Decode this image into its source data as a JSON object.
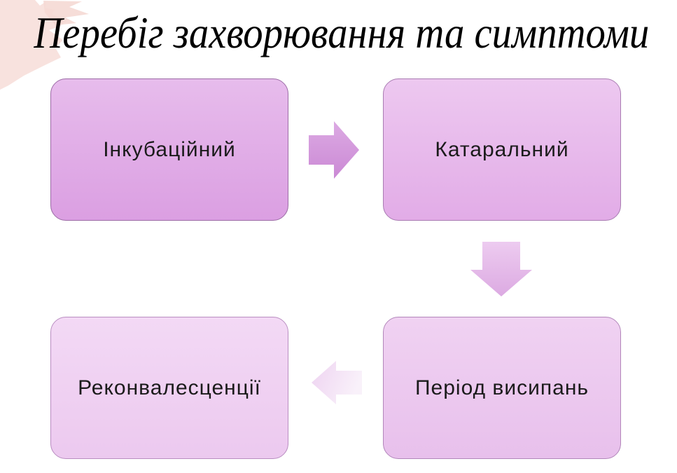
{
  "slide": {
    "title": "Перебіг захворювання та симптоми"
  },
  "diagram": {
    "type": "process-flow",
    "stages": [
      {
        "id": 1,
        "label": "Інкубаційний"
      },
      {
        "id": 2,
        "label": "Катаральний"
      },
      {
        "id": 3,
        "label": "Період висипань"
      },
      {
        "id": 4,
        "label": "Реконвалесценції"
      }
    ],
    "arrows": [
      {
        "from": "Інкубаційний",
        "to": "Катаральний",
        "direction": "right"
      },
      {
        "from": "Катаральний",
        "to": "Період висипань",
        "direction": "down"
      },
      {
        "from": "Період висипань",
        "to": "Реконвалесценції",
        "direction": "left"
      }
    ]
  },
  "colors": {
    "background": "#ffffff",
    "title_color": "#000000",
    "stage1_gradient": [
      "#e7bcec",
      "#db9fe2"
    ],
    "stage2_gradient": [
      "#edc8f0",
      "#e2ace7"
    ],
    "stage3_gradient": [
      "#f0d2f2",
      "#e8c0ec"
    ],
    "stage4_gradient": [
      "#f3d9f5",
      "#ecc9ef"
    ],
    "arrow_right_gradient": [
      "#dcaae3",
      "#cb89d5"
    ],
    "arrow_down_gradient": [
      "#edcbf0",
      "#dcaae2"
    ],
    "arrow_left_gradient": [
      "#eed3f1",
      "#f9f1fa"
    ],
    "brush_decoration": "#f8e2de"
  }
}
